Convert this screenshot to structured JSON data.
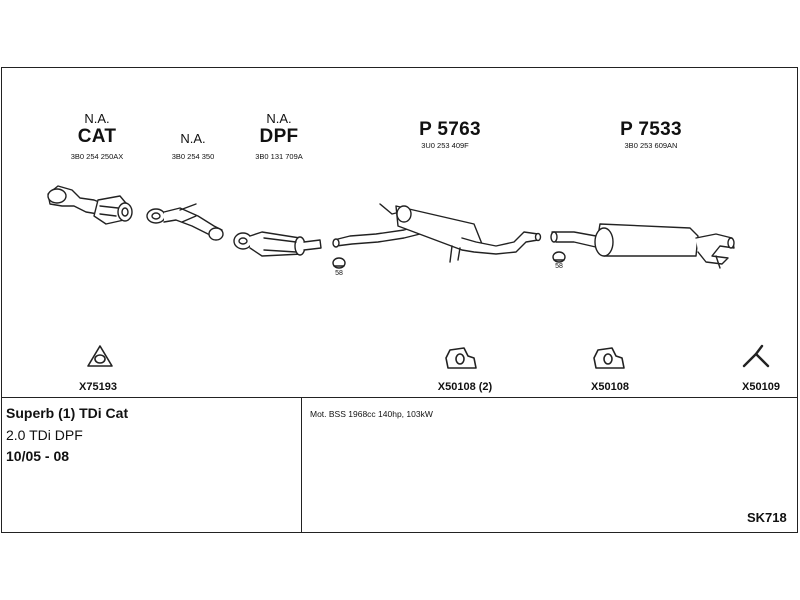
{
  "parts": {
    "cat": {
      "na": "N.A.",
      "name": "CAT",
      "pn": "3B0 254 250AX"
    },
    "pipe": {
      "na": "N.A.",
      "pn": "3B0 254 350"
    },
    "dpf": {
      "na": "N.A.",
      "name": "DPF",
      "pn": "3B0 131 709A"
    },
    "mid": {
      "name": "P 5763",
      "pn": "3U0 253 409F"
    },
    "rear": {
      "name": "P 7533",
      "pn": "3B0 253 609AN"
    }
  },
  "clamps": {
    "left": "58",
    "right": "58"
  },
  "fittings": [
    {
      "code": "X75193",
      "icon": "gasket-icon"
    },
    {
      "code": "X50108 (2)",
      "icon": "rubber-hanger-icon"
    },
    {
      "code": "X50108",
      "icon": "rubber-hanger-icon"
    },
    {
      "code": "X50109",
      "icon": "bracket-icon"
    }
  ],
  "vehicle": {
    "model": "Superb (1) TDi Cat",
    "variant": "2.0 TDi DPF",
    "years": "10/05 - 08"
  },
  "engine_info": "Mot. BSS 1968cc 140hp, 103kW",
  "kit_code": "SK718"
}
